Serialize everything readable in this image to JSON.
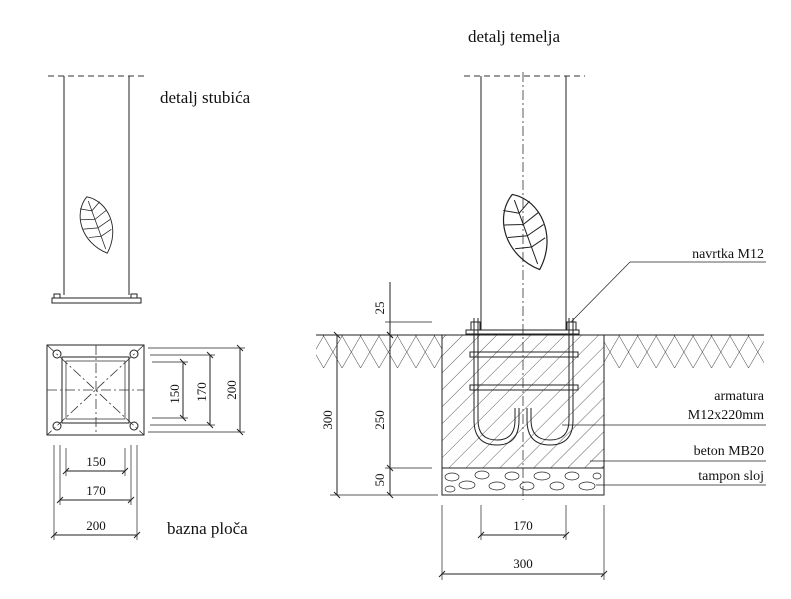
{
  "titles": {
    "foundation_detail": "detalj temelja",
    "post_detail": "detalj stubića",
    "base_plate": "bazna ploča"
  },
  "labels": {
    "nut": "navrtka M12",
    "rebar_1": "armatura",
    "rebar_2": "M12x220mm",
    "concrete": "beton MB20",
    "gravel": "tampon sloj"
  },
  "dimensions": {
    "plate_inner_v": "150",
    "plate_mid_v": "170",
    "plate_outer_v": "200",
    "plate_inner_h": "150",
    "plate_mid_h": "170",
    "plate_outer_h": "200",
    "above_ground": "25",
    "foundation_depth": "300",
    "concrete_height": "250",
    "gravel_height": "50",
    "bolt_spacing": "170",
    "foundation_width": "300"
  },
  "icons": [
    "leaf-icon",
    "bolt-icon"
  ]
}
